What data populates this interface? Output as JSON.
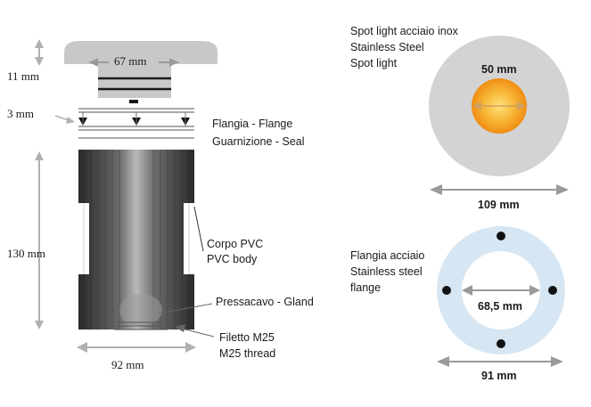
{
  "left_drawing": {
    "dims": {
      "height_top": "11 mm",
      "cap_width": "67 mm",
      "height_flange": "3 mm",
      "height_body": "130 mm",
      "body_width": "92 mm"
    },
    "labels": {
      "flange": "Flangia - Flange",
      "seal": "Guarnizione - Seal",
      "body_line1": "Corpo PVC",
      "body_line2": "PVC body",
      "gland": "Pressacavo - Gland",
      "thread_line1": "Filetto M25",
      "thread_line2": "M25 thread"
    }
  },
  "spot_light": {
    "title_lines": [
      "Spot light acciaio inox",
      "Stainless Steel",
      "Spot light"
    ],
    "inner_dim": "50 mm",
    "outer_dim": "109 mm",
    "colors": {
      "disc": "#d3d3d3",
      "lamp_outer": "#f2a31b",
      "lamp_inner": "#fde27a"
    }
  },
  "flange_steel": {
    "title_lines": [
      "Flangia acciaio",
      "Stainless steel",
      "flange"
    ],
    "inner_dim": "68,5 mm",
    "outer_dim": "91 mm",
    "colors": {
      "ring": "#d6e6f2"
    }
  }
}
